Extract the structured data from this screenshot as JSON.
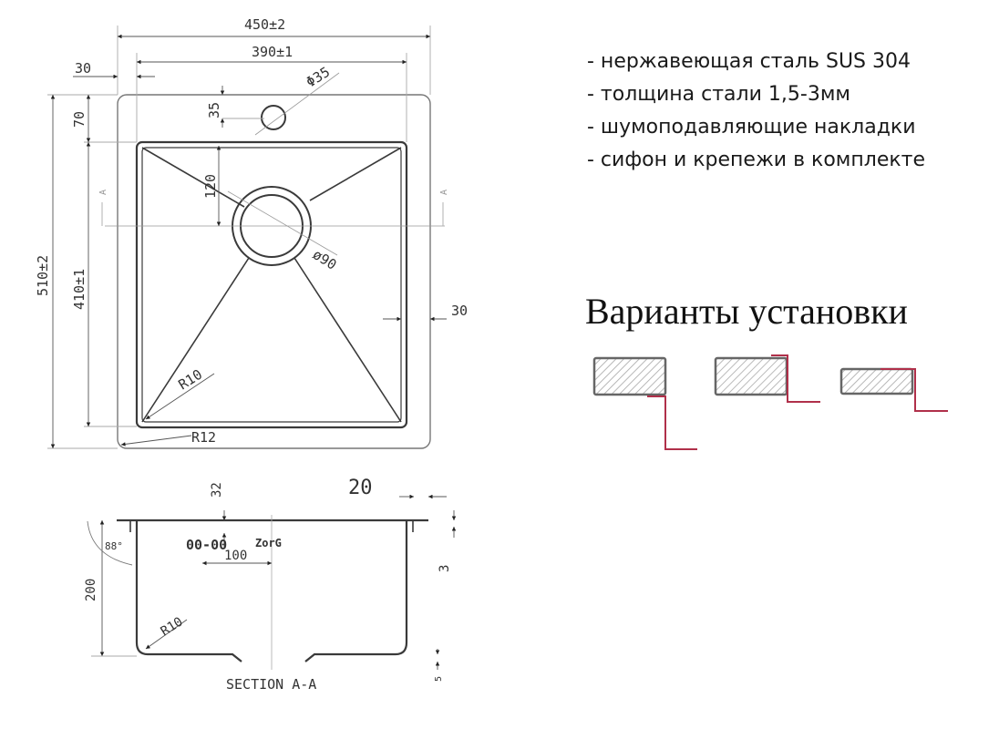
{
  "specs": {
    "items": [
      "- нержавеющая сталь SUS 304",
      "- толщина стали 1,5-3мм",
      "- шумоподавляющие накладки",
      "- сифон и крепежи в комплекте"
    ]
  },
  "installation": {
    "title": "Варианты установки",
    "variants": [
      "undermount",
      "flush-mount",
      "top-mount"
    ]
  },
  "top_view": {
    "dims": {
      "overall_width": "450±2",
      "bowl_width": "390±1",
      "side_margin": "30",
      "tap_hole_offset": "35",
      "tap_hole_diameter": "Φ35",
      "top_margin": "70",
      "drain_offset": "120",
      "drain_diameter": "ø90",
      "right_margin": "30",
      "overall_height": "510±2",
      "bowl_height": "410±1",
      "inner_radius": "R10",
      "outer_radius": "R12",
      "section_mark": "A"
    }
  },
  "section_view": {
    "dims": {
      "depth": "200",
      "overflow_offset": "32",
      "overflow_spacing": "100",
      "flange_width": "20",
      "flange_thickness": "3",
      "angle": "88°",
      "radius": "R10",
      "slope": "5",
      "brand": "ZorG",
      "overflow_label": "00-00"
    },
    "label": "SECTION A-A"
  },
  "colors": {
    "line": "#3a3a3a",
    "accent": "#b0304a",
    "hatch": "#9a9a9a"
  }
}
